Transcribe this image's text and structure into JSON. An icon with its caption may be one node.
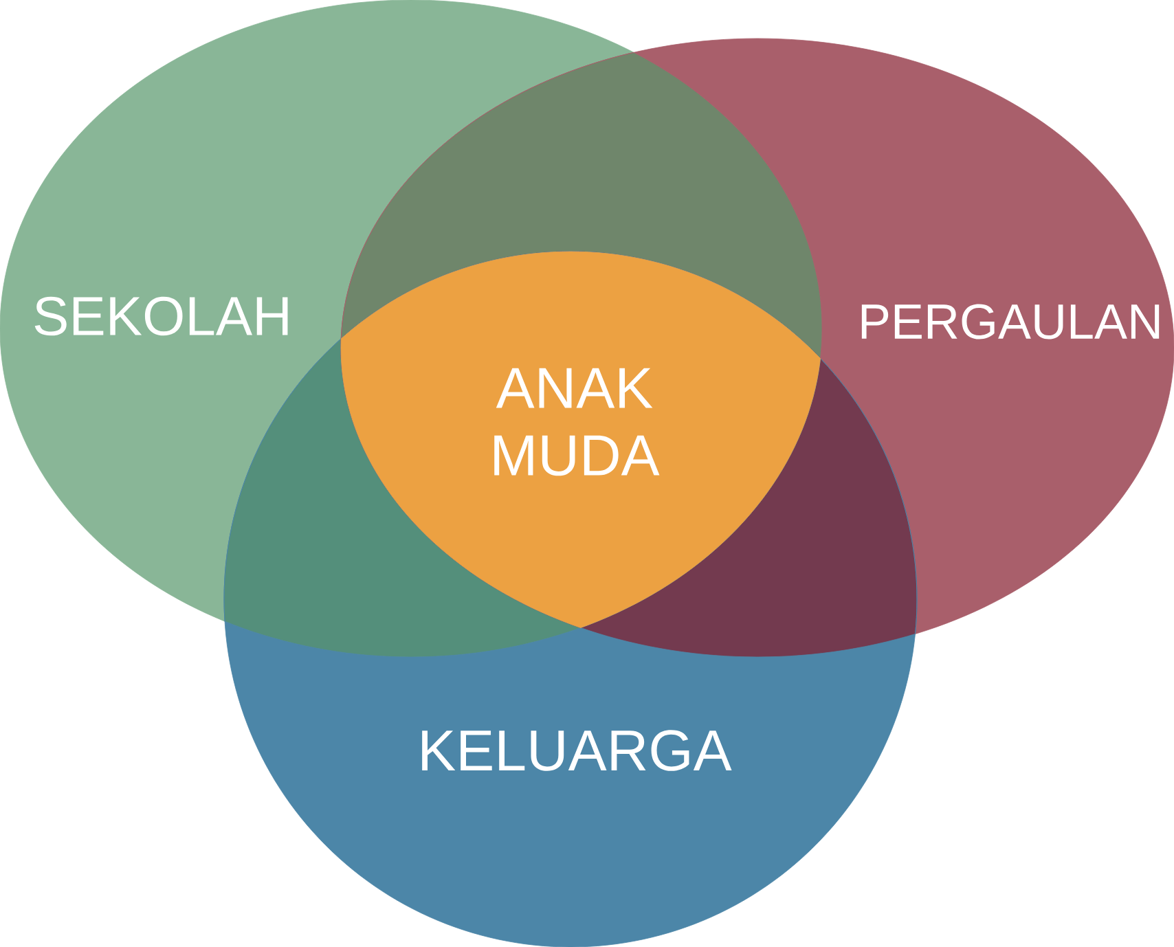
{
  "diagram": {
    "nodes": [
      {
        "text": [
          "SEKOLAH"
        ]
      },
      {
        "text": [
          "PERGAULAN"
        ]
      },
      {
        "text": [
          "ANAK MUDA"
        ]
      },
      {
        "text": [
          "KELUARGA"
        ]
      }
    ]
  }
}
